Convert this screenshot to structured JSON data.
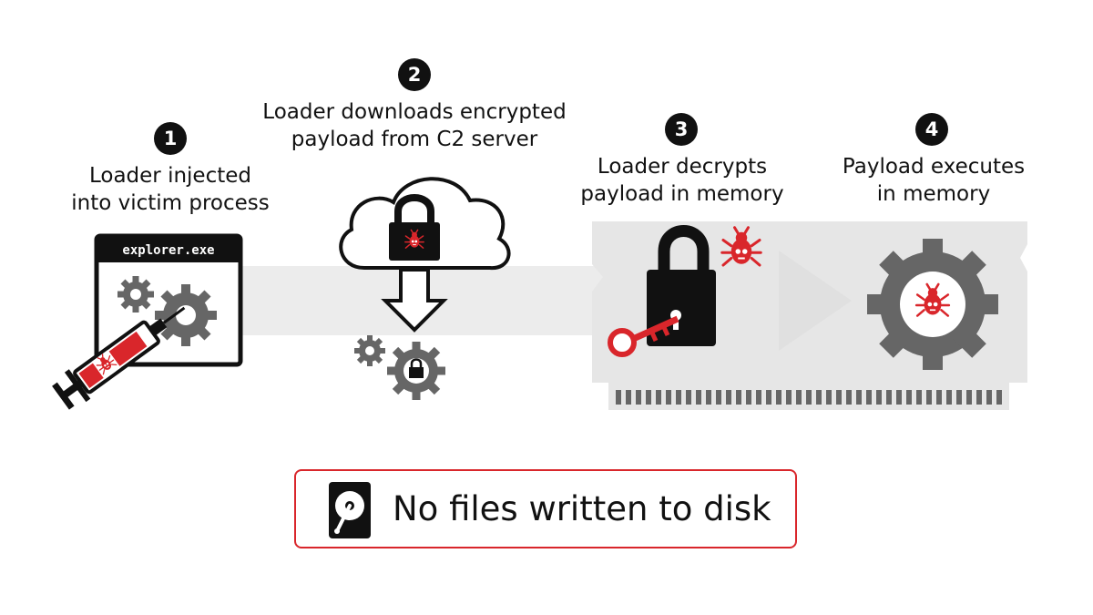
{
  "steps": [
    {
      "number": "1",
      "caption": "Loader injected\ninto victim process"
    },
    {
      "number": "2",
      "caption": "Loader downloads encrypted\npayload from C2 server"
    },
    {
      "number": "3",
      "caption": "Loader decrypts\npayload in memory"
    },
    {
      "number": "4",
      "caption": "Payload executes\nin memory"
    }
  ],
  "process_window": {
    "title": "explorer.exe"
  },
  "notice": {
    "text": "No files written to disk",
    "icon": "hard-drive-icon"
  },
  "colors": {
    "accent": "#d9262b",
    "dark": "#111111",
    "gear": "#666666",
    "flow": "#ececec",
    "memory_chip": "#e6e6e6"
  }
}
